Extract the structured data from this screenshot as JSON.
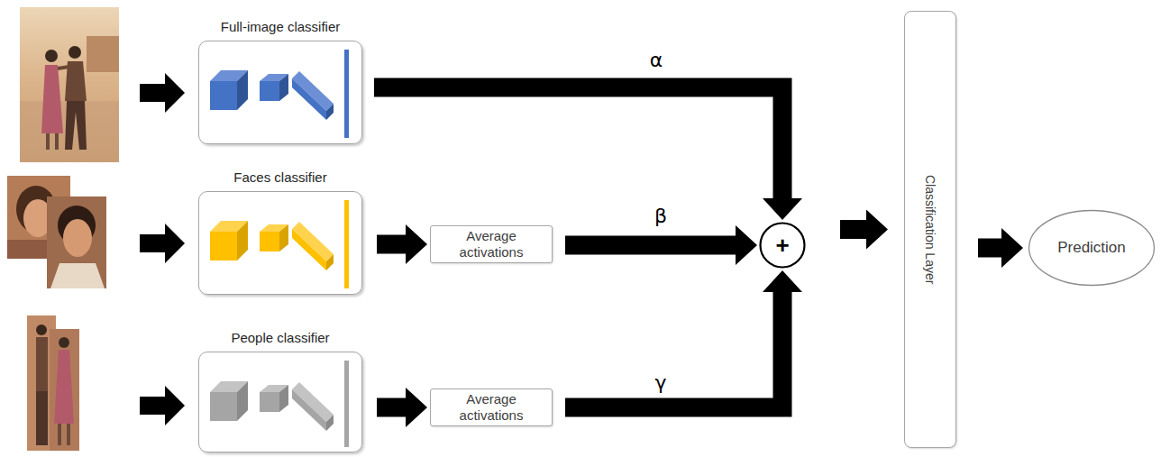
{
  "diagram": {
    "nodes": [
      {
        "text": [
          "Full-image classifier"
        ]
      },
      {
        "text": [
          "Faces classifier"
        ]
      },
      {
        "text": [
          "Average activations"
        ]
      },
      {
        "text": [
          "People classifier"
        ]
      },
      {
        "text": [
          "Average activations"
        ]
      },
      {
        "text": [
          "+"
        ]
      },
      {
        "text": [
          "Classification Layer"
        ]
      },
      {
        "text": [
          "Prediction"
        ]
      }
    ],
    "edges": [
      {
        "from": 0,
        "to": 5,
        "arrow": "to",
        "label": "α"
      },
      {
        "from": 1,
        "to": 2,
        "arrow": "to"
      },
      {
        "from": 2,
        "to": 5,
        "arrow": "to",
        "label": "β"
      },
      {
        "from": 3,
        "to": 4,
        "arrow": "to"
      },
      {
        "from": 4,
        "to": 5,
        "arrow": "to",
        "label": "γ"
      },
      {
        "from": 5,
        "to": 6,
        "arrow": "to"
      },
      {
        "from": 6,
        "to": 7,
        "arrow": "to"
      }
    ]
  }
}
